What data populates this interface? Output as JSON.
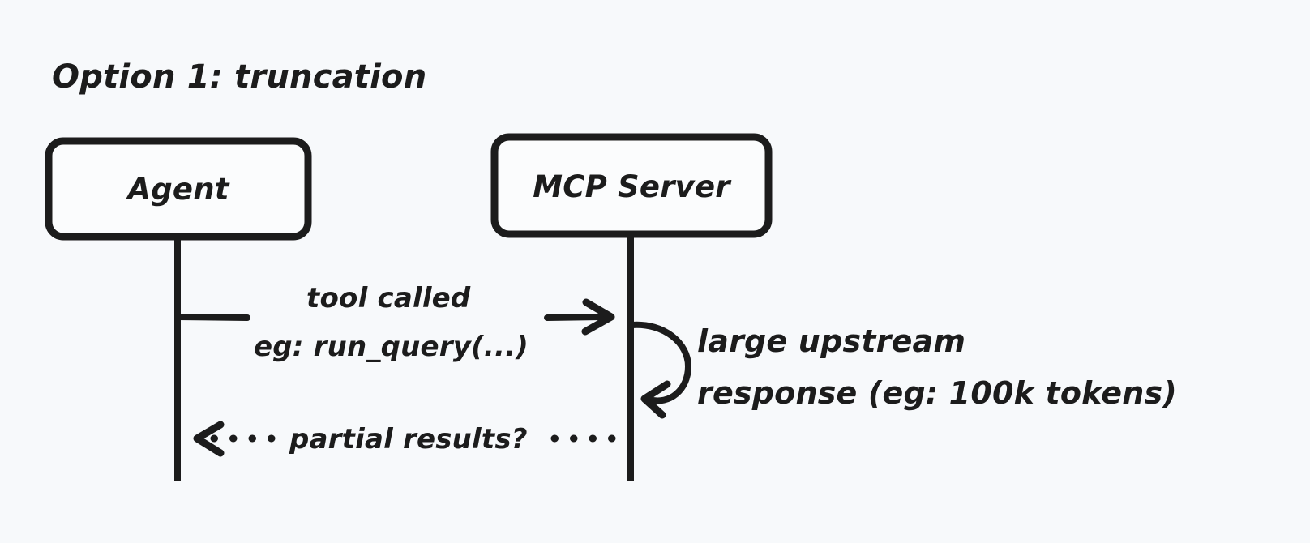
{
  "diagram": {
    "type": "sequence-diagram",
    "title": "Option 1: truncation",
    "background_color": "#f7f9fb",
    "ink_color": "#1c1c1c",
    "style": "hand-drawn"
  },
  "participants": [
    {
      "id": "agent",
      "label": "Agent"
    },
    {
      "id": "mcp_server",
      "label": "MCP Server"
    }
  ],
  "messages": [
    {
      "id": "tool-call",
      "from": "agent",
      "to": "mcp_server",
      "kind": "solid-arrow",
      "line1": "tool called",
      "line2": "eg: run_query(...)"
    },
    {
      "id": "self-loop",
      "from": "mcp_server",
      "to": "mcp_server",
      "kind": "self-loop",
      "line1": "large upstream",
      "line2": "response (eg: 100k tokens)"
    },
    {
      "id": "partial-return",
      "from": "mcp_server",
      "to": "agent",
      "kind": "dotted-arrow",
      "line1": "partial results?"
    }
  ]
}
